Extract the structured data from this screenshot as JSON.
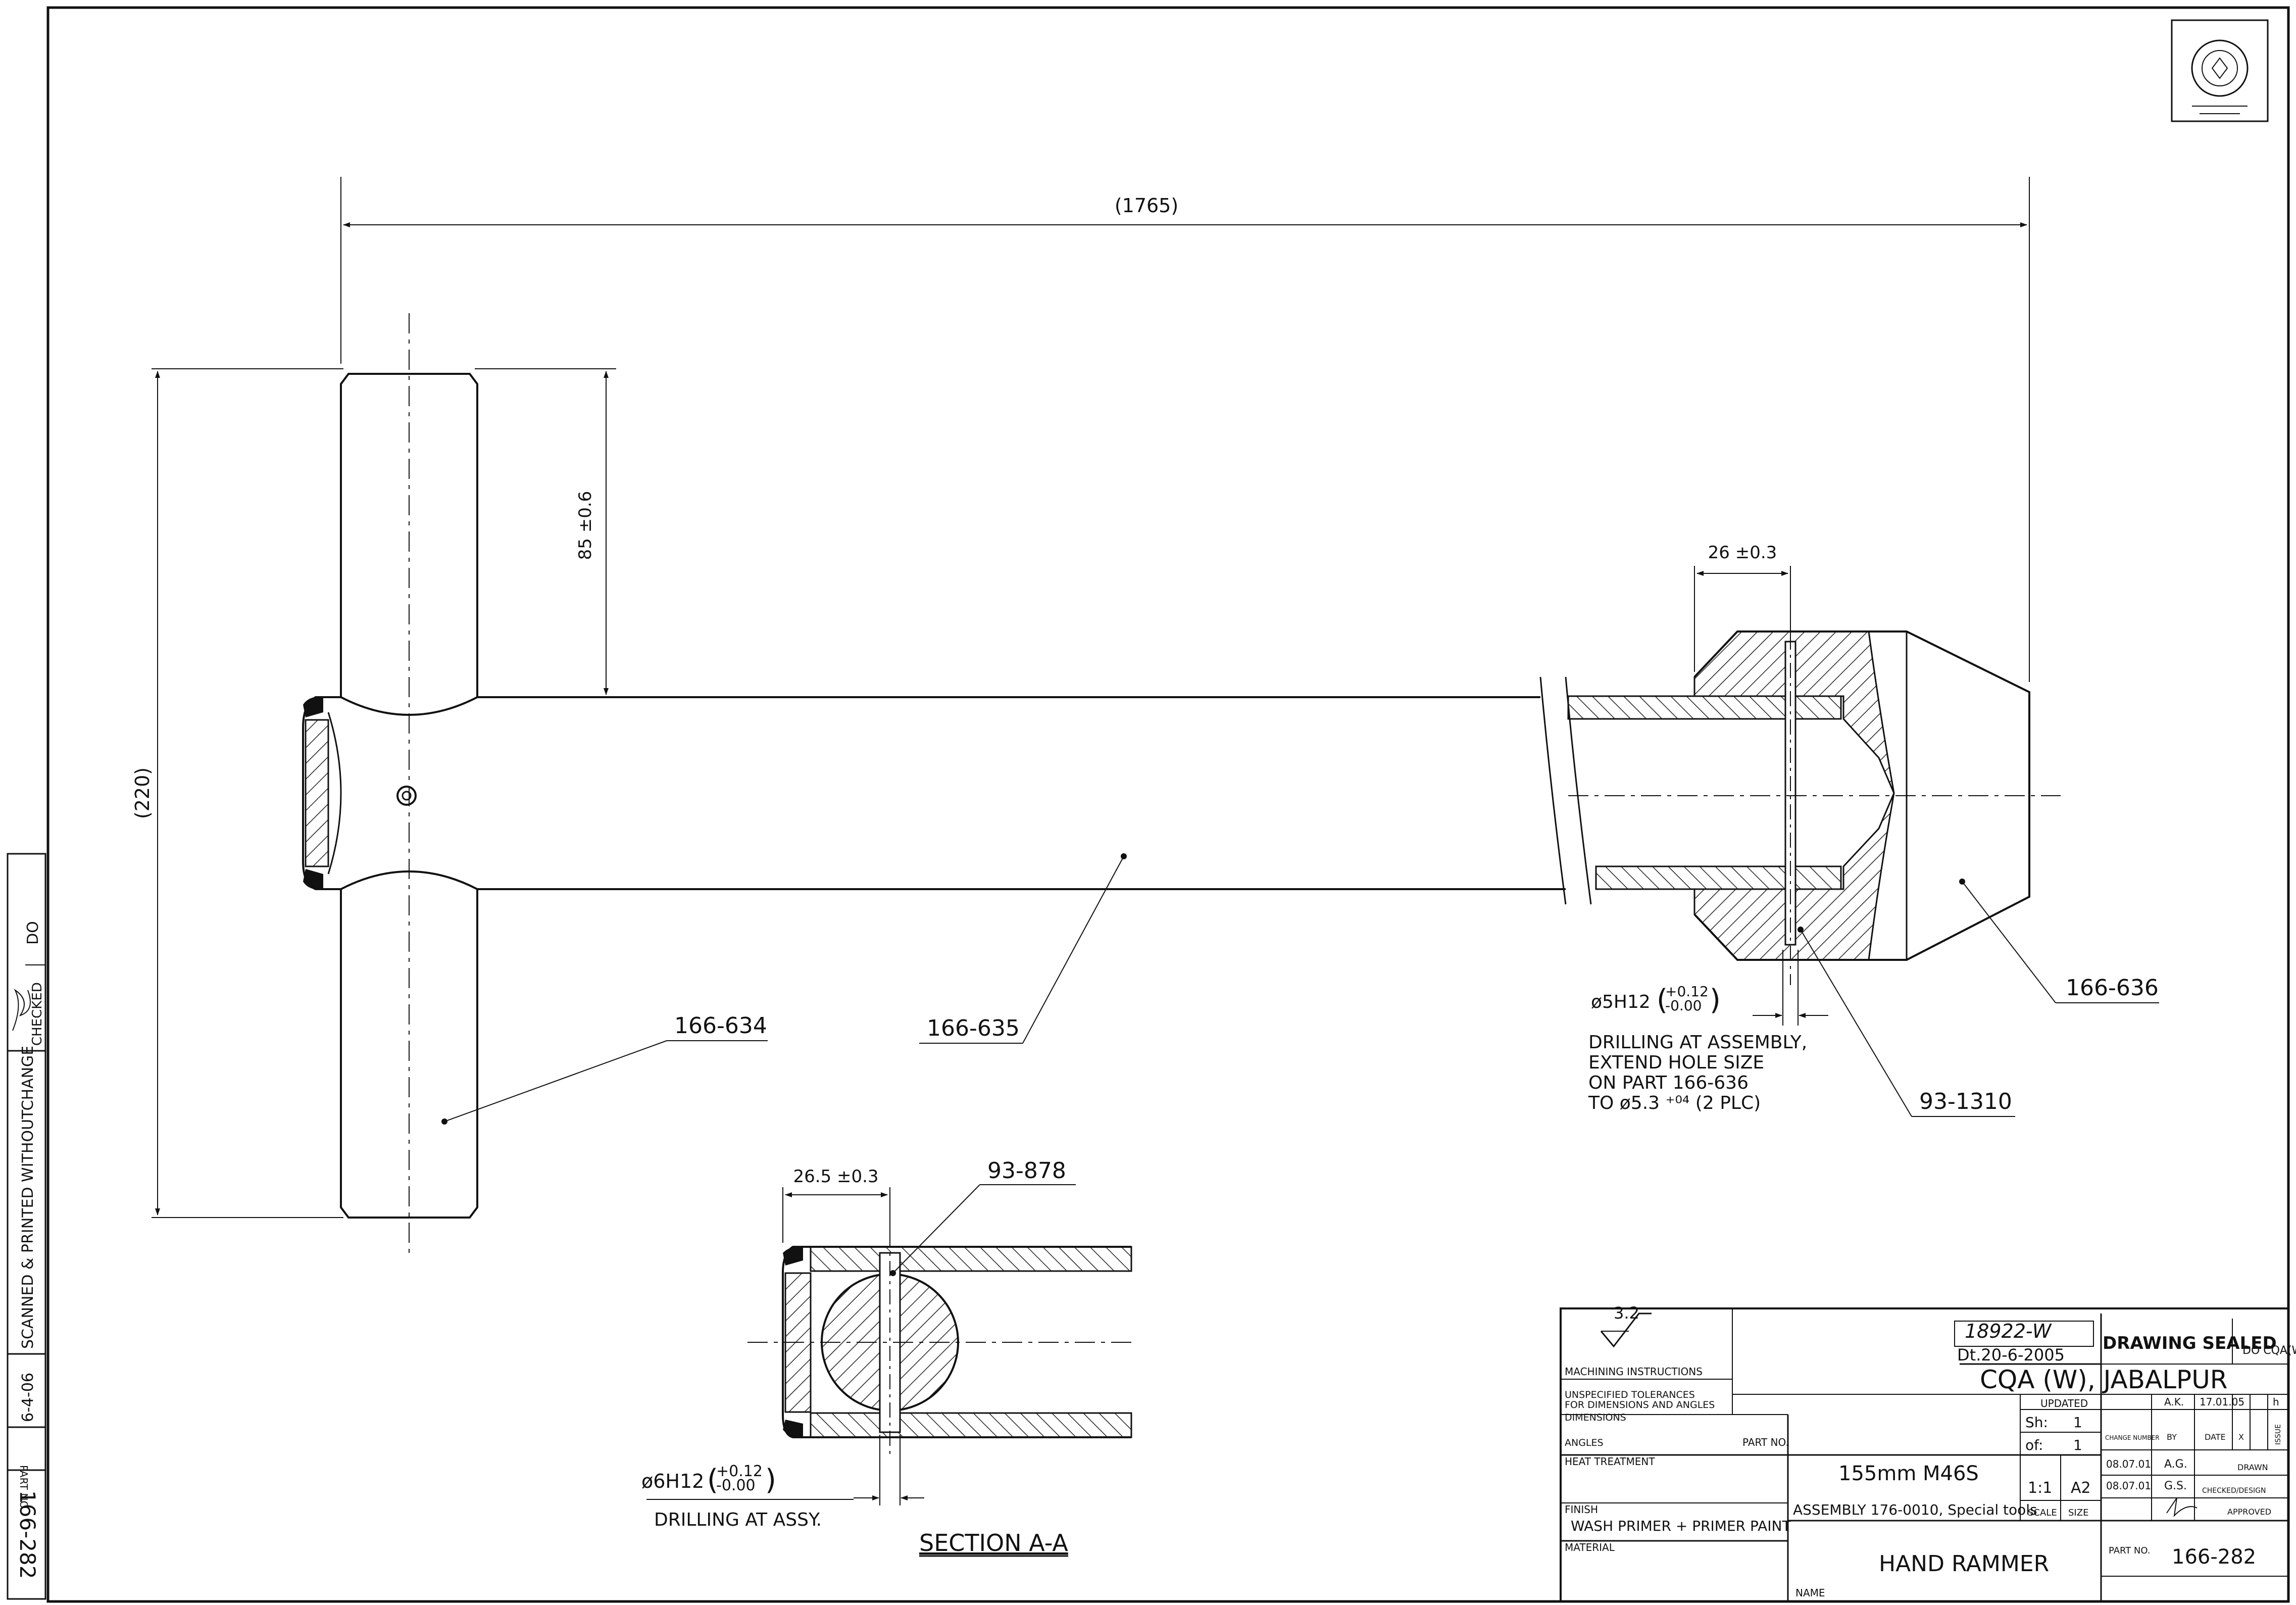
{
  "dimensions": {
    "overall_length": "(1765)",
    "handle_height": "(220)",
    "handle_half": "85 ±0.6",
    "head_offset": "26 ±0.3",
    "section_offset": "26.5 ±0.3"
  },
  "parts": {
    "handle": "166-634",
    "shaft": "166-635",
    "head": "166-636",
    "head_pin": "93-1310",
    "section_pin": "93-878"
  },
  "notes": {
    "hole_head_tol_main": "ø5H12",
    "hole_head_tol_up": "+0.12",
    "hole_head_tol_low": "-0.00",
    "drill_note_1": "DRILLING AT ASSEMBLY,",
    "drill_note_2": "EXTEND HOLE SIZE",
    "drill_note_3": "ON PART 166-636",
    "drill_note_4": "TO ø5.3 ⁺⁰⁴ (2 PLC)",
    "hole_sec_tol_main": "ø6H12",
    "hole_sec_tol_up": "+0.12",
    "hole_sec_tol_low": "-0.00",
    "drill_assy": "DRILLING AT ASSY.",
    "section_title": "SECTION A-A"
  },
  "margin_strip": {
    "date": "6-4-06",
    "scan_note": "SCANNED & PRINTED WITHOUTCHANGE",
    "checked": "CHECKED",
    "part_no_label": "PART NO.",
    "part_no": "166-282",
    "do": "DO"
  },
  "title_block": {
    "surface_finish": "3.2",
    "machining": "MACHINING INSTRUCTIONS",
    "tolerance_1": "UNSPECIFIED TOLERANCES",
    "tolerance_2": "FOR DIMENSIONS AND ANGLES",
    "dimensions_label": "DIMENSIONS",
    "angles_label": "ANGLES",
    "part_no_label": "PART NO.",
    "heat_treatment": "HEAT TREATMENT",
    "finish_label": "FINISH",
    "finish_value": "WASH PRIMER + PRIMER PAINT",
    "material_label": "MATERIAL",
    "name_label": "NAME",
    "seal_ref": "18922-W",
    "seal_date": "Dt.20-6-2005",
    "seal_text": "DRAWING SEALED",
    "seal_sign": "DO CQA(W)",
    "org": "CQA (W), JABALPUR",
    "updated": "UPDATED",
    "sheet_label": "Sh:",
    "sheet_value": "1",
    "of_label": "of:",
    "of_value": "1",
    "project": "155mm M46S",
    "assembly": "ASSEMBLY 176-0010, Special tools",
    "scale_value": "1:1",
    "size_value": "A2",
    "scale_label": "SCALE",
    "size_label": "SIZE",
    "name_value": "HAND RAMMER",
    "part_no_value": "166-282",
    "ak": "A.K.",
    "ak_date": "17.01.05",
    "h_mark": "h",
    "change_number": "CHANGE NUMBER",
    "by_label": "BY",
    "date_label": "DATE",
    "x_label": "X",
    "issue_label": "ISSUE",
    "row1_date": "08.07.01",
    "row1_by": "A.G.",
    "row1_role": "DRAWN",
    "row2_date": "08.07.01",
    "row2_by": "G.S.",
    "row2_role": "CHECKED/DESIGN",
    "row3_role": "APPROVED"
  }
}
